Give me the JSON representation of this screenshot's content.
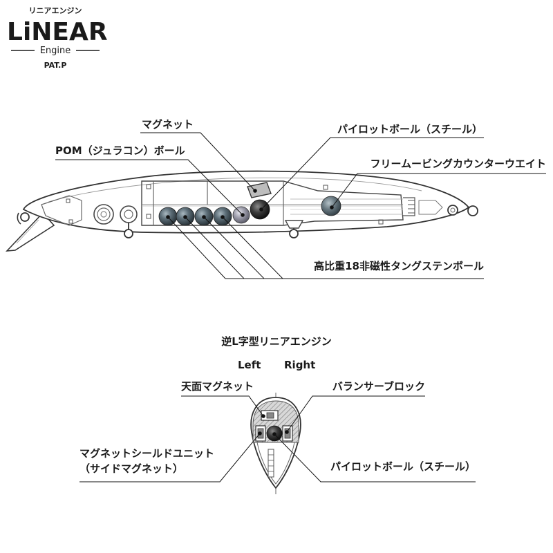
{
  "logo": {
    "kana": "リニアエンジン",
    "name": "LiNEAR",
    "sub": "Engine",
    "patent": "PAT.P"
  },
  "side_view": {
    "labels": {
      "magnet": "マグネット",
      "pom_ball": "POM（ジュラコン）ボール",
      "pilot_ball": "パイロットボール（スチール）",
      "counterweight": "フリームービングカウンターウエイト",
      "tungsten": "高比重18非磁性タングステンボール"
    }
  },
  "cross_section": {
    "title": "逆L字型リニアエンジン",
    "left": "Left",
    "right": "Right",
    "labels": {
      "top_magnet": "天面マグネット",
      "balance_block": "バランサーブロック",
      "shield_unit_line1": "マグネットシールドユニット",
      "shield_unit_line2": "（サイドマグネット）",
      "pilot_ball": "パイロットボール（スチール）"
    }
  },
  "colors": {
    "ink": "#1a1a1a",
    "body_line": "#444444",
    "tungsten_ball": "#56666f",
    "pom_ball": "#8e8f9c",
    "pilot_ball": "#3b3b3b"
  }
}
